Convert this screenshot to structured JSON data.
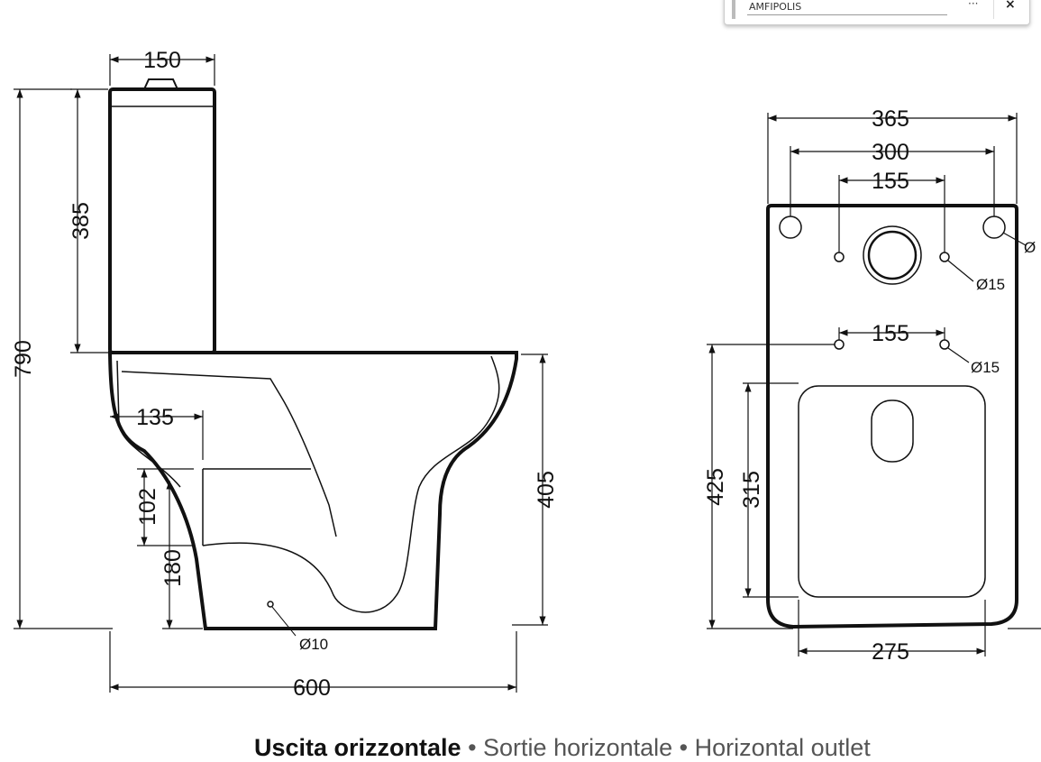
{
  "search": {
    "value": "AMFIPOLIS",
    "more_label": "···",
    "close_label": "×"
  },
  "drawing": {
    "side": {
      "tank_width": "150",
      "tank_height": "385",
      "total_height": "790",
      "outlet_offset": "135",
      "outlet_diameter": "102",
      "outlet_height": "180",
      "bowl_height": "405",
      "total_depth": "600",
      "hole": "Ø10"
    },
    "top": {
      "width": "365",
      "fix_spacing": "300",
      "inner_spacing": "155",
      "hole_small": "Ø15",
      "hole_large": "Ø",
      "lower_spacing": "155",
      "lower_hole": "Ø15",
      "depth": "425",
      "seat_depth": "315",
      "seat_width": "275"
    }
  },
  "caption": {
    "it": "Uscita orizzontale",
    "sep": " • ",
    "fr": "Sortie horizontale",
    "en": "Horizontal outlet"
  }
}
